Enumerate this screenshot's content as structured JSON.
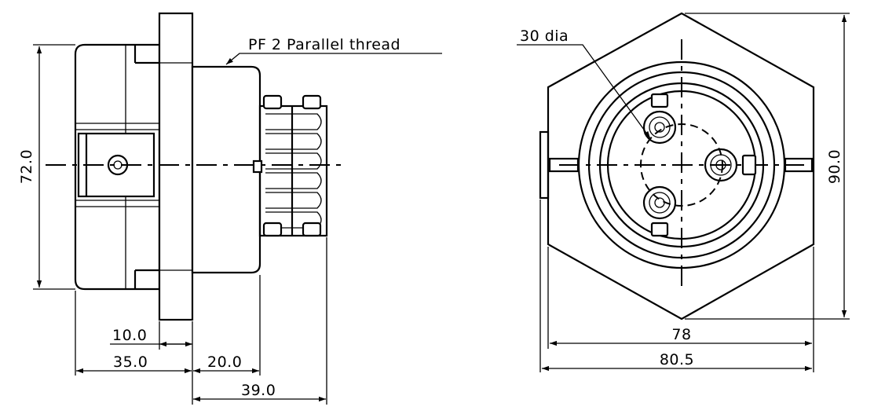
{
  "side_view": {
    "dims": {
      "height": "72.0",
      "flange": "10.0",
      "rear": "35.0",
      "front": "20.0",
      "total_front": "39.0"
    },
    "callout": "PF 2 Parallel thread"
  },
  "front_view": {
    "dims": {
      "pin_circle": "30 dia",
      "across_flats_height": "90.0",
      "body_width": "78",
      "overall_width": "80.5"
    }
  }
}
